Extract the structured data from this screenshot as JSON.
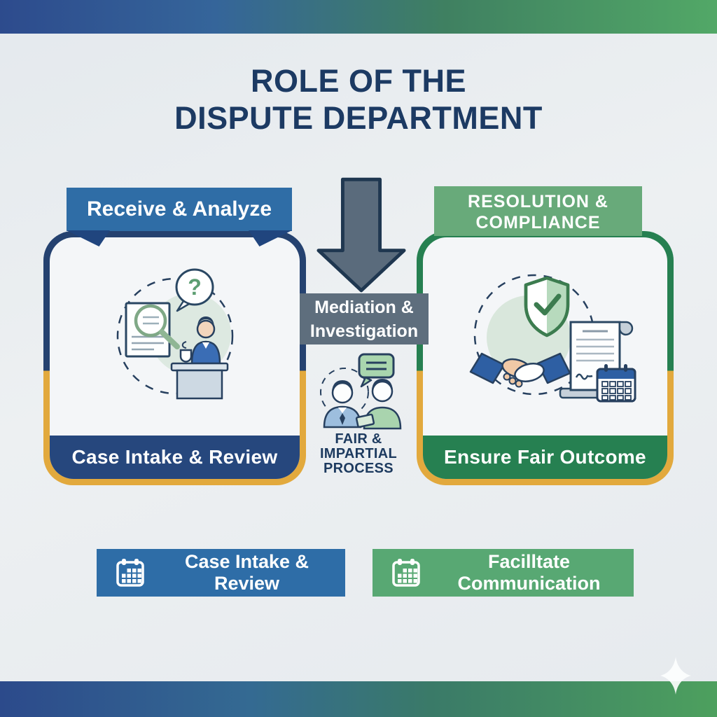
{
  "title": {
    "line1": "ROLE OF THE",
    "line2": "DISPUTE DEPARTMENT"
  },
  "left_panel": {
    "header": "Receive & Analyze",
    "footer": "Case Intake & Review"
  },
  "center": {
    "box_line1": "Mediation &",
    "box_line2": "Investigation",
    "caption_line1": "FAIR &",
    "caption_line2": "IMPARTIAL",
    "caption_line3": "PROCESS"
  },
  "right_panel": {
    "header_line1": "RESOLUTION &",
    "header_line2": "COMPLIANCE",
    "footer": "Ensure Fair Outcome"
  },
  "buttons": [
    {
      "label": "Case Intake & Review",
      "icon": "calendar-icon",
      "bg": "#2e6da7"
    },
    {
      "label": "Facilltate Communication",
      "icon": "calendar-icon",
      "bg": "#58a873"
    }
  ],
  "colors": {
    "top_bar_gradient": [
      "#2d4b8d",
      "#52a867"
    ],
    "bottom_bar_gradient": [
      "#2c4a8b",
      "#4da05e"
    ],
    "title_text": "#1c3a63",
    "ribbon_blue": "#2f6da6",
    "ribbon_green": "#68aa7a",
    "panel_border_navy": "#254270",
    "panel_border_green": "#268051",
    "panel_border_gold": "#e2a93d",
    "footer_navy": "#26477d",
    "footer_green": "#268051",
    "arrow_gray": "#5a6b7c",
    "mediation_box_gray": "#5e6e7d",
    "caption_navy": "#1d3a5f"
  },
  "decor": {
    "sparkle": "four-point-star"
  }
}
